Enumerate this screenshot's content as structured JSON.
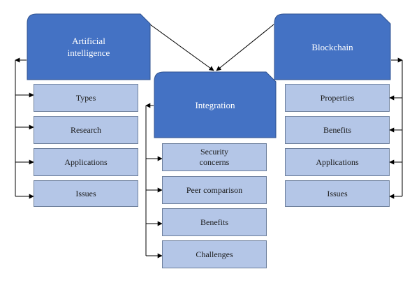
{
  "colors": {
    "header_fill": "#4472c4",
    "header_border": "#2f528f",
    "box_fill": "#b4c6e7",
    "box_border": "#6d7f9c",
    "line": "#000000"
  },
  "ai": {
    "title": "Artificial\nintelligence",
    "items": [
      "Types",
      "Research",
      "Applications",
      "Issues"
    ]
  },
  "integration": {
    "title": "Integration",
    "items": [
      "Security\nconcerns",
      "Peer comparison",
      "Benefits",
      "Challenges"
    ]
  },
  "blockchain": {
    "title": "Blockchain",
    "items": [
      "Properties",
      "Benefits",
      "Applications",
      "Issues"
    ]
  }
}
